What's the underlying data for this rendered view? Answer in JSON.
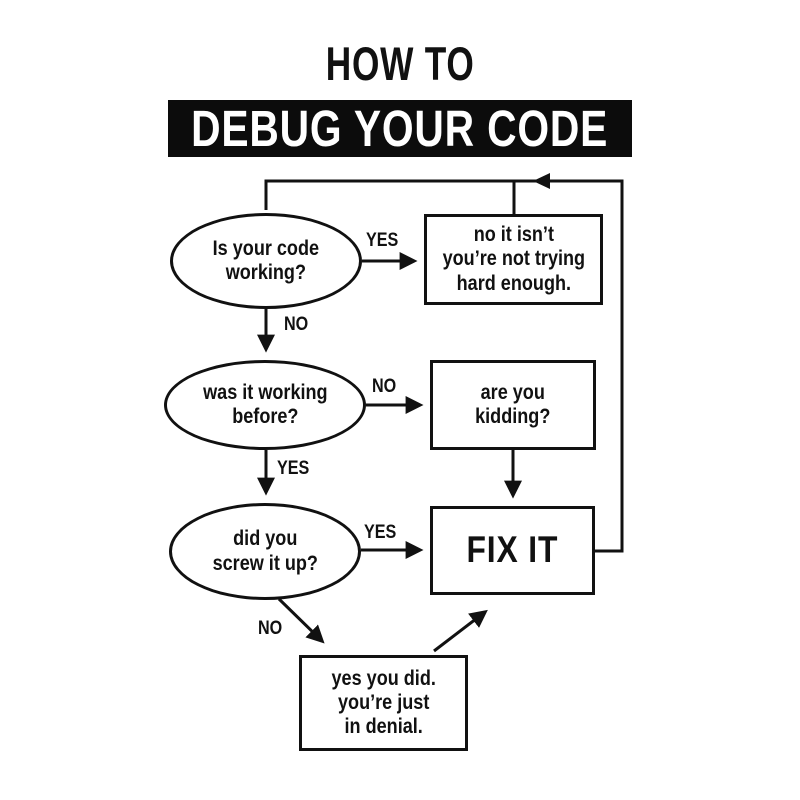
{
  "page": {
    "background_color": "#ffffff",
    "ink_color": "#111111"
  },
  "title": {
    "line1": "HOW TO",
    "line2": "DEBUG YOUR CODE"
  },
  "nodes": {
    "q1": "Is your code\nworking?",
    "a1": "no it isn’t\nyou’re not trying\nhard enough.",
    "q2": "was it working\nbefore?",
    "a2": "are you\nkidding?",
    "q3": "did you\nscrew it up?",
    "fix": "FIX IT",
    "denial": "yes you did.\nyou’re just\nin denial."
  },
  "edge_labels": {
    "q1_yes": "YES",
    "q1_no": "NO",
    "q2_no": "NO",
    "q2_yes": "YES",
    "q3_yes": "YES",
    "q3_no": "NO"
  }
}
